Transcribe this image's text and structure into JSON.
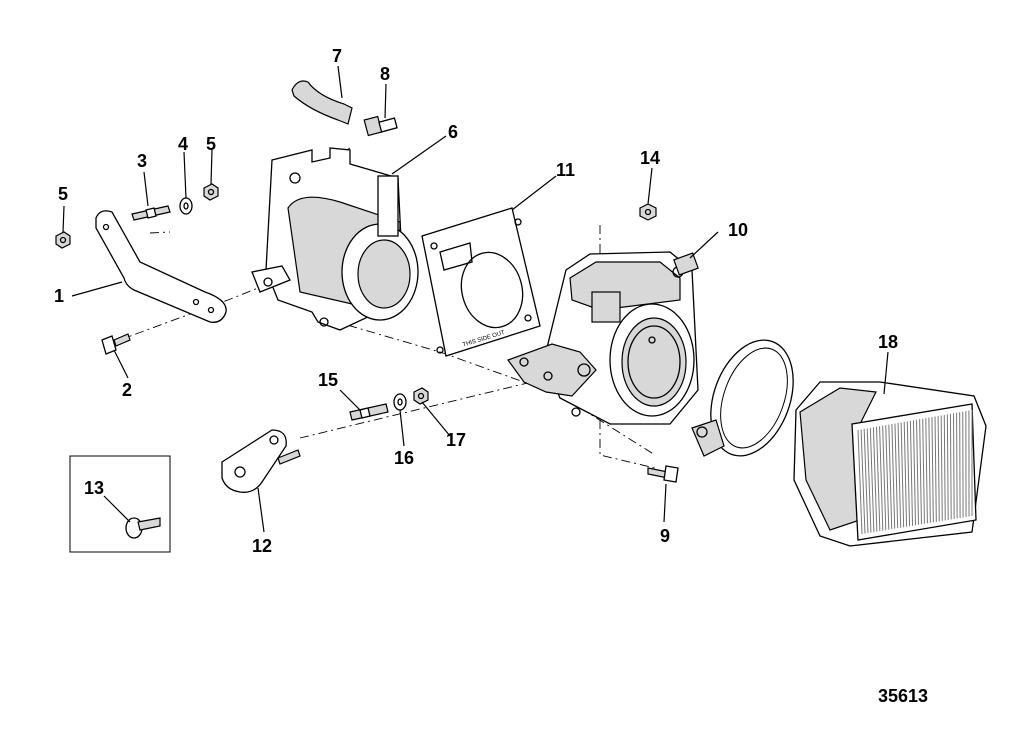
{
  "callouts": {
    "c1": "1",
    "c2": "2",
    "c3": "3",
    "c4": "4",
    "c5a": "5",
    "c5b": "5",
    "c6": "6",
    "c7": "7",
    "c8": "8",
    "c9": "9",
    "c10": "10",
    "c11": "11",
    "c12": "12",
    "c13": "13",
    "c14": "14",
    "c15": "15",
    "c16": "16",
    "c17": "17",
    "c18": "18"
  },
  "figure_number": "35613",
  "gasket_stamp": "THIS SIDE OUT"
}
